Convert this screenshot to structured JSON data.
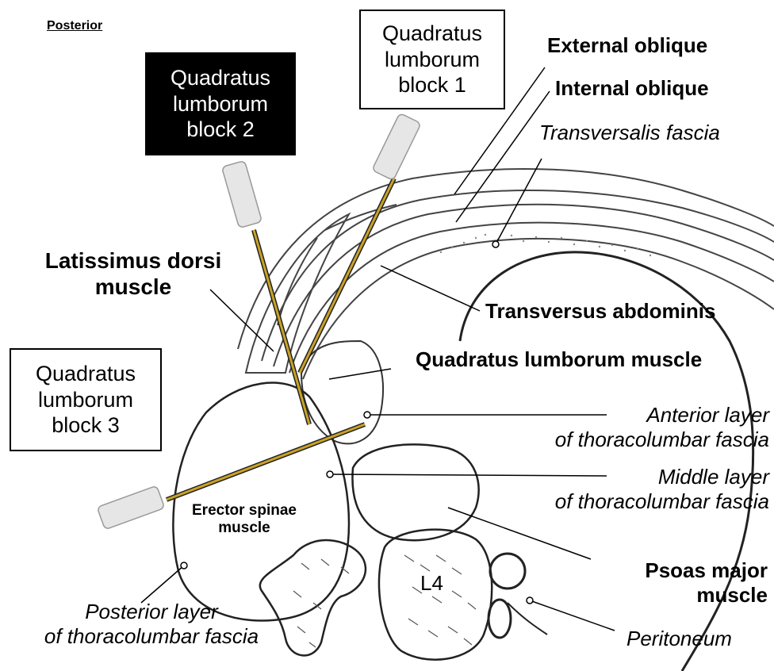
{
  "orientation_label": "Posterior",
  "blocks": {
    "qlb1": [
      "Quadratus",
      "lumborum",
      "block 1"
    ],
    "qlb2": [
      "Quadratus",
      "lumborum",
      "block 2"
    ],
    "qlb3": [
      "Quadratus",
      "lumborum",
      "block  3"
    ]
  },
  "labels": {
    "external_oblique": "External oblique",
    "internal_oblique": "Internal oblique",
    "transversalis_fascia": "Transversalis fascia",
    "latissimus_dorsi": [
      "Latissimus dorsi",
      "muscle"
    ],
    "transversus_abdominis": "Transversus abdominis",
    "quadratus_lumborum_muscle": "Quadratus lumborum muscle",
    "anterior_layer": [
      "Anterior layer",
      "of thoracolumbar fascia"
    ],
    "middle_layer": [
      "Middle layer",
      "of thoracolumbar fascia"
    ],
    "erector_spinae": [
      "Erector spinae",
      "muscle"
    ],
    "psoas_major": [
      "Psoas major",
      "muscle"
    ],
    "vertebra": "L4",
    "peritoneum": "Peritoneum",
    "posterior_layer": [
      "Posterior layer",
      "of thoracolumbar fascia"
    ]
  },
  "colors": {
    "needle_shaft": "#c9a227",
    "needle_hub": "#e6e6e6",
    "sketch_line": "#333333"
  }
}
